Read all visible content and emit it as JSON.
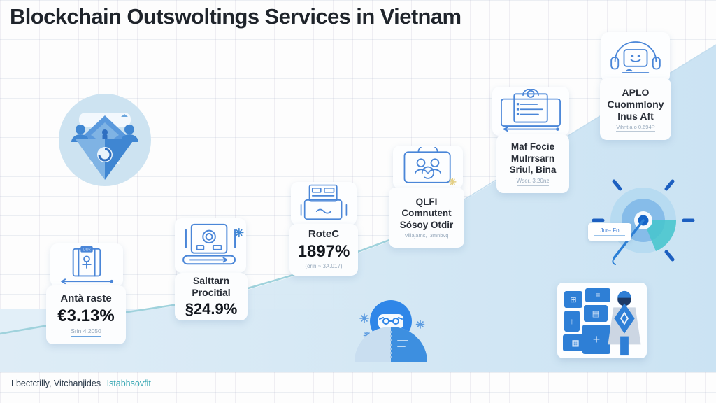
{
  "title": "Blockchain Outswoltings Services in Vietnam",
  "footer": {
    "credit": "Lbectctilly, Vitchanjides",
    "link": "Istabhsovfit"
  },
  "cards": {
    "ante": {
      "title": "Antà raste",
      "value": "€3.13%",
      "note": "Srin 4.2050"
    },
    "salitarn": {
      "title": "Salttarn\nProcitial",
      "value": "§24.9%"
    },
    "rotec": {
      "title": "RoteC",
      "value": "1897%",
      "note": "(orin ~ 3A.017)"
    },
    "qlfi": {
      "title": "QLFI\nComnutent\nSósoy Otdir",
      "note": "Viliajams, I3mnbvq"
    },
    "maf": {
      "title": "Maf Focie\nMulrrsarn\nSriul, Bina",
      "note": "Wser, 3.20nz"
    },
    "aplo": {
      "title": "APLO\nCuommlony\nInus Aft",
      "note": "Vihnt:a o 0.694P"
    }
  },
  "target": {
    "label": "Jur– Fo"
  },
  "bottom_card": {
    "tiles": [
      "⊞",
      "≡",
      "↑",
      "▤",
      "▦",
      "+"
    ]
  },
  "colors": {
    "accent_blue": "#2f86e8",
    "icon_stroke": "#4a86d8",
    "area_fill": "#d5e8f4",
    "trend_teal": "#9fd2dc",
    "link_teal": "#3aa8b4",
    "tile_blue": "#2e7fd6"
  },
  "chart_data": {
    "type": "area",
    "title": "Blockchain Outswoltings Services in Vietnam",
    "categories": [
      "Antà raste",
      "Salttarn Procitial",
      "RoteC",
      "QLFI Comnutent Sósoy Otdir",
      "Maf Focie Mulrrsarn Sriul, Bina",
      "APLO Cuommlony Inus Aft"
    ],
    "values": [
      3.13,
      24.9,
      1897,
      null,
      null,
      null
    ],
    "value_labels": [
      "€3.13%",
      "§24.9%",
      "1897%",
      "",
      "",
      ""
    ],
    "xlabel": "",
    "ylabel": "",
    "legend": false,
    "grid": true,
    "annotation": "decorative rising teal trend line with light-blue area climbing from bottom-left to top-right"
  }
}
